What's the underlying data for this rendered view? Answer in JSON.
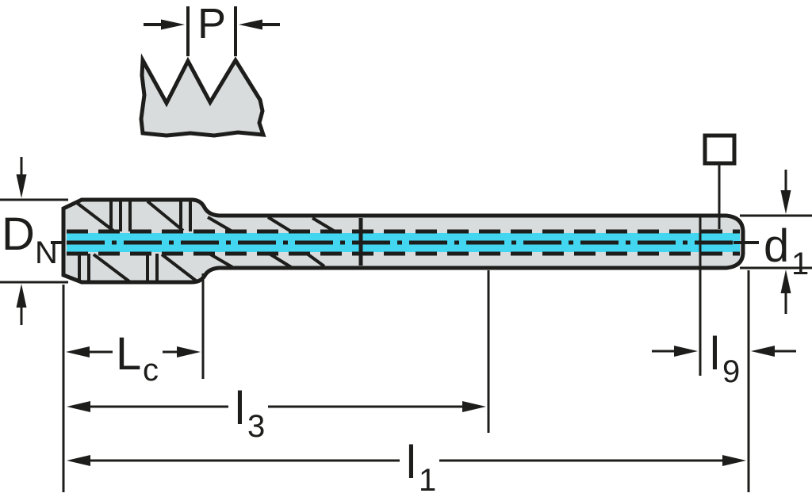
{
  "drawing": {
    "title": "tap-dimension-drawing",
    "labels": {
      "pitch": {
        "base": "P"
      },
      "nominal_diameter": {
        "base": "D",
        "sub": "N"
      },
      "shank_diameter": {
        "base": "d",
        "sub": "1"
      },
      "chamfer_length": {
        "base": "L",
        "sub": "c"
      },
      "thread_length": {
        "base": "l",
        "sub": "3"
      },
      "overall_length": {
        "base": "l",
        "sub": "1"
      },
      "square_length": {
        "base": "l",
        "sub": "9"
      }
    },
    "icons": {
      "square_drive": "hollow-square-symbol"
    },
    "colors": {
      "outline": "#1d1d1b",
      "body_fill": "#d8dcdd",
      "coolant_channel": "#42d6f0",
      "background": "#ffffff"
    }
  }
}
